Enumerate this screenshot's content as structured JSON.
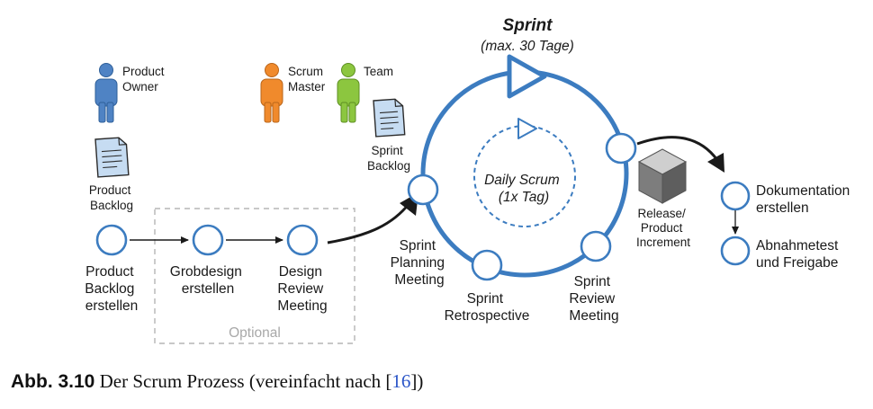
{
  "title": "Sprint",
  "subtitle": "(max. 30 Tage)",
  "roles": {
    "product_owner": [
      "Product",
      "Owner"
    ],
    "scrum_master": [
      "Scrum",
      "Master"
    ],
    "team": "Team"
  },
  "artifacts": {
    "product_backlog": [
      "Product",
      "Backlog"
    ],
    "sprint_backlog": [
      "Sprint",
      "Backlog"
    ],
    "release": [
      "Release/",
      "Product",
      "Increment"
    ]
  },
  "pre_steps": [
    [
      "Product",
      "Backlog",
      "erstellen"
    ],
    [
      "Grobdesign",
      "erstellen"
    ],
    [
      "Design",
      "Review",
      "Meeting"
    ]
  ],
  "optional_label": "Optional",
  "cycle": {
    "daily": [
      "Daily Scrum",
      "(1x Tag)"
    ],
    "planning": [
      "Sprint",
      "Planning",
      "Meeting"
    ],
    "retrospective": [
      "Sprint",
      "Retrospective"
    ],
    "review": [
      "Sprint",
      "Review",
      "Meeting"
    ]
  },
  "post_steps": [
    [
      "Dokumentation",
      "erstellen"
    ],
    [
      "Abnahmetest",
      "und Freigabe"
    ]
  ],
  "caption": {
    "number": "Abb. 3.10",
    "text_before": "Der Scrum Prozess (vereinfacht nach [",
    "ref": "16",
    "text_after": "])"
  },
  "colors": {
    "accent_blue": "#3c7cc0",
    "product_owner": "#4f83c4",
    "scrum_master": "#f08a2c",
    "team": "#8cc63f",
    "document": "#c6dcf2",
    "box": "#7d7d7d",
    "optional_border": "#b5b5b5"
  }
}
